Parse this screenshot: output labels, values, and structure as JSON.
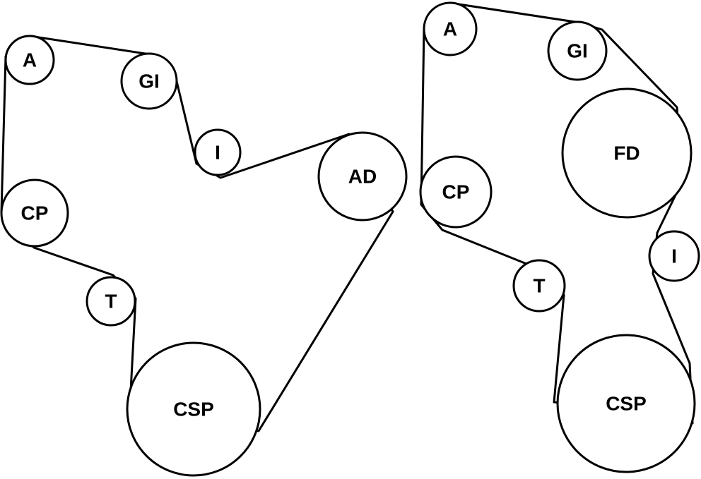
{
  "diagrams": [
    {
      "pulleys": [
        {
          "label": "A"
        },
        {
          "label": "GI"
        },
        {
          "label": "I"
        },
        {
          "label": "AD"
        },
        {
          "label": "CP"
        },
        {
          "label": "T"
        },
        {
          "label": "CSP"
        }
      ]
    },
    {
      "pulleys": [
        {
          "label": "A"
        },
        {
          "label": "GI"
        },
        {
          "label": "FD"
        },
        {
          "label": "CP"
        },
        {
          "label": "I"
        },
        {
          "label": "T"
        },
        {
          "label": "CSP"
        }
      ]
    }
  ],
  "colors": {
    "stroke": "#000000",
    "background": "#ffffff"
  }
}
